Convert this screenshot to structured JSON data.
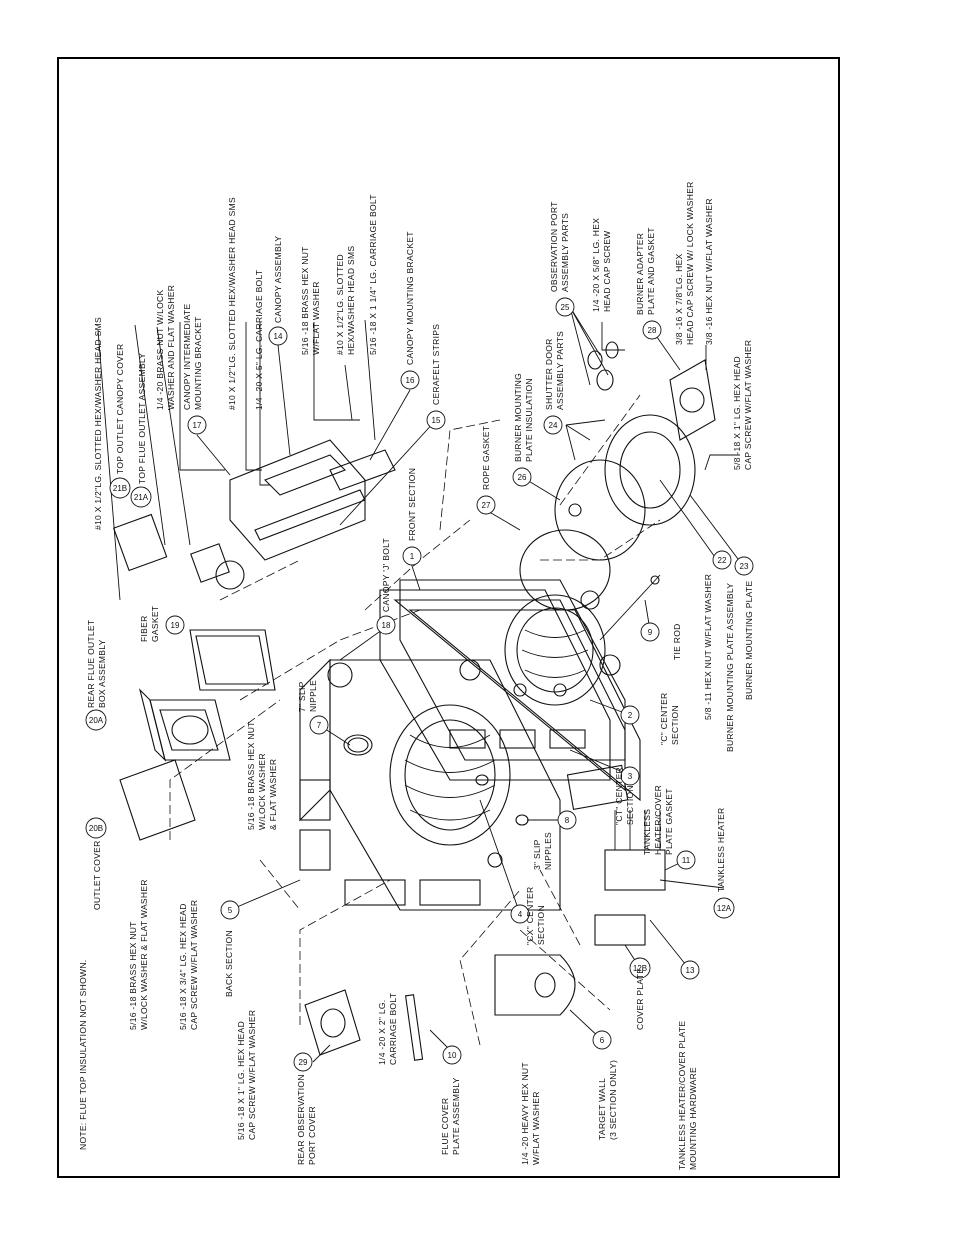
{
  "note": "NOTE: FLUE TOP INSULATION NOT SHOWN.",
  "labels": {
    "l1": "5/16 -18 X 1\" LG. HEX HEAD",
    "l1b": "CAP SCREW W/FLAT WASHER",
    "l2": "5/16 -18 X 3/4\" LG. HEX HEAD",
    "l2b": "CAP SCREW W/FLAT WASHER",
    "l3": "5/16 -18 BRASS HEX NUT",
    "l3b": "W/LOCK WASHER & FLAT WASHER",
    "outlet_cover": "OUTLET COVER",
    "rear_flue_1": "REAR FLUE OUTLET",
    "rear_flue_2": "BOX ASSEMBLY",
    "fiber_gasket_1": "FIBER",
    "fiber_gasket_2": "GASKET",
    "slotted_1": "#10 X 1/2\"LG. SLOTTED HEX/WASHER HEAD SMS",
    "top_canopy": "TOP OUTLET CANOPY COVER",
    "top_flue": "TOP FLUE OUTLET ASSEMBLY",
    "brass_nut_1": "1/4 -20 BRASS NUT W/LOCK",
    "brass_nut_2": "WASHER AND FLAT WASHER",
    "canopy_int_1": "CANOPY INTERMEDIATE",
    "canopy_int_2": "MOUNTING BRACKET",
    "slotted_2": "#10 X 1/2\"LG. SLOTTED HEX/WASHER HEAD SMS",
    "carriage_5": "1/4 -20 X 5\" LG. CARRIAGE BOLT",
    "canopy_assy": "CANOPY ASSEMBLY",
    "brass_hex_1": "5/16 -18 BRASS HEX NUT",
    "brass_hex_2": "W/FLAT WASHER",
    "slotted_3a": "#10 X 1/2\"LG. SLOTTED",
    "slotted_3b": "HEX/WASHER HEAD SMS",
    "carriage_114": "5/16 -18 X 1 1/4\" LG. CARRIAGE BOLT",
    "canopy_mount": "CANOPY MOUNTING BRACKET",
    "cerafelt": "CERAFELT STRIPS",
    "back_section": "BACK SECTION",
    "hex_nut_lock_1": "5/16 -18 BRASS HEX NUT",
    "hex_nut_lock_2": "W/LOCK WASHER",
    "hex_nut_lock_3": "& FLAT WASHER",
    "slip_7_1": "7\" SLIP",
    "slip_7_2": "NIPPLE",
    "canopy_j": "CANOPY 'J' BOLT",
    "front_section": "FRONT SECTION",
    "rope_gasket": "ROPE GASKET",
    "burner_ins_1": "BURNER MOUNTING",
    "burner_ins_2": "PLATE INSULATION",
    "shutter_1": "SHUTTER DOOR",
    "shutter_2": "ASSEMBLY PARTS",
    "obs_port_1": "OBSERVATION PORT",
    "obs_port_2": "ASSEMBLY PARTS",
    "hex_cap_1": "1/4 -20 X 5/8\" LG. HEX",
    "hex_cap_2": "HEAD CAP SCREW",
    "burner_adapt_1": "BURNER ADAPTER",
    "burner_adapt_2": "PLATE AND GASKET",
    "hex_78_1": "3/8 -16 X 7/8\"LG. HEX",
    "hex_78_2": "HEAD CAP SCREW W/ LOCK WASHER",
    "hex_nut_38": "3/8 -16 HEX NUT W/FLAT WASHER",
    "hex_1_1": "5/8 -18 X 1\" LG. HEX HEAD",
    "hex_1_2": "CAP SCREW W/FLAT WASHER",
    "c_center_1": "\"C\" CENTER",
    "c_center_2": "SECTION",
    "tie_rod": "TIE ROD",
    "hex_nut_11": "5/8 -11 HEX NUT W/FLAT WASHER",
    "burner_plate_assy": "BURNER MOUNTING PLATE ASSEMBLY",
    "burner_plate": "BURNER MOUNTING PLATE",
    "ct_center_1": "\"CT\" CENTER",
    "ct_center_2": "SECTION",
    "tankless_gasket_1": "TANKLESS",
    "tankless_gasket_2": "HEATER/COVER",
    "tankless_gasket_3": "PLATE GASKET",
    "tankless_heater": "TANKLESS HEATER",
    "slip_3_1": "3\" SLIP",
    "slip_3_2": "NIPPLES",
    "cx_center_1": "\"CX\" CENTER",
    "cx_center_2": "SECTION",
    "carriage_2_1": "1/4 -20 X 2\" LG.",
    "carriage_2_2": "CARRIAGE BOLT",
    "rear_obs_1": "REAR OBSERVATION",
    "rear_obs_2": "PORT COVER",
    "flue_cover_1": "FLUE COVER",
    "flue_cover_2": "PLATE ASSEMBLY",
    "heavy_nut_1": "1/4 -20 HEAVY HEX NUT",
    "heavy_nut_2": "W/FLAT WASHER",
    "target_wall_1": "TARGET WALL",
    "target_wall_2": "(3 SECTION ONLY)",
    "cover_plate": "COVER PLATE",
    "hardware_1": "TANKLESS HEATER/COVER PLATE",
    "hardware_2": "MOUNTING HARDWARE"
  },
  "callouts": [
    "1",
    "2",
    "3",
    "4",
    "5",
    "6",
    "7",
    "8",
    "9",
    "10",
    "11",
    "12A",
    "12B",
    "13",
    "14",
    "15",
    "16",
    "17",
    "18",
    "19",
    "20A",
    "20B",
    "21A",
    "21B",
    "22",
    "23",
    "24",
    "25",
    "26",
    "27",
    "28",
    "29"
  ]
}
